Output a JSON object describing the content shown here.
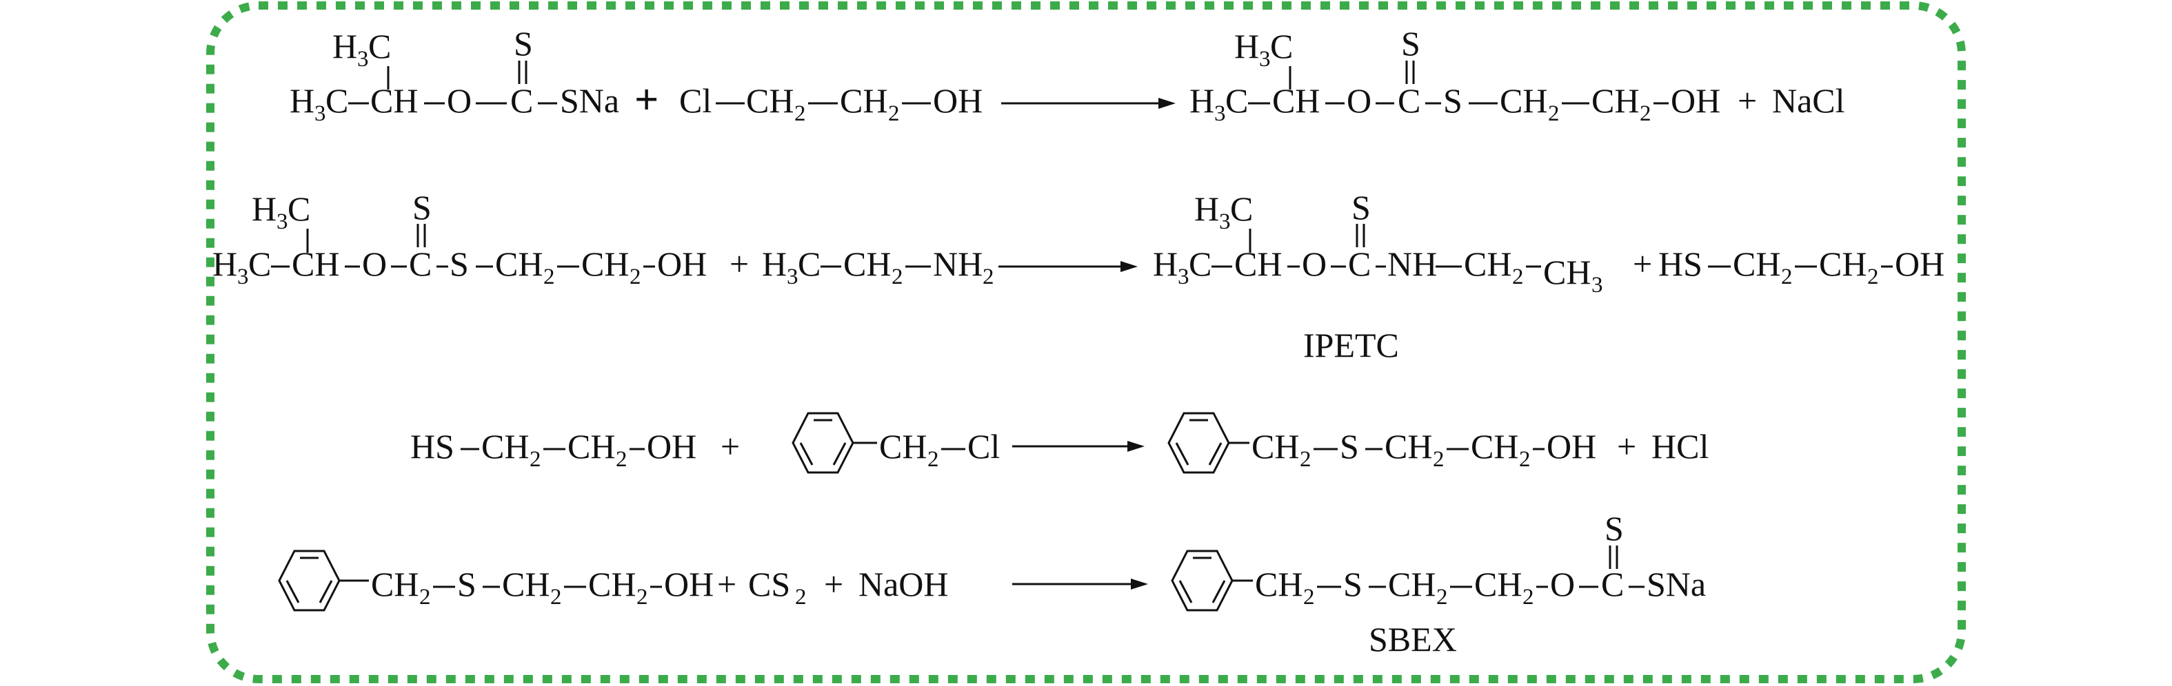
{
  "colors": {
    "frame": "#3cab4a",
    "label": "#3cab4a",
    "ink": "#111111"
  },
  "tokens": {
    "h3c": "H",
    "ch": "CH",
    "ch2": "CH",
    "ch3": "CH",
    "nh2": "NH",
    "sub2": "2",
    "sub3": "3",
    "c": "C",
    "o": "O",
    "s": "S",
    "sna": "SNa",
    "cl": "Cl",
    "oh": "OH",
    "hs": "HS",
    "nh": "NH",
    "nacl": "NaCl",
    "hcl": "HCl",
    "cs": "CS",
    "naoh": "NaOH",
    "plus": "+",
    "c_suffix": "C"
  },
  "labels": {
    "ipetc": "IPETC",
    "sbex": "SBEX"
  }
}
